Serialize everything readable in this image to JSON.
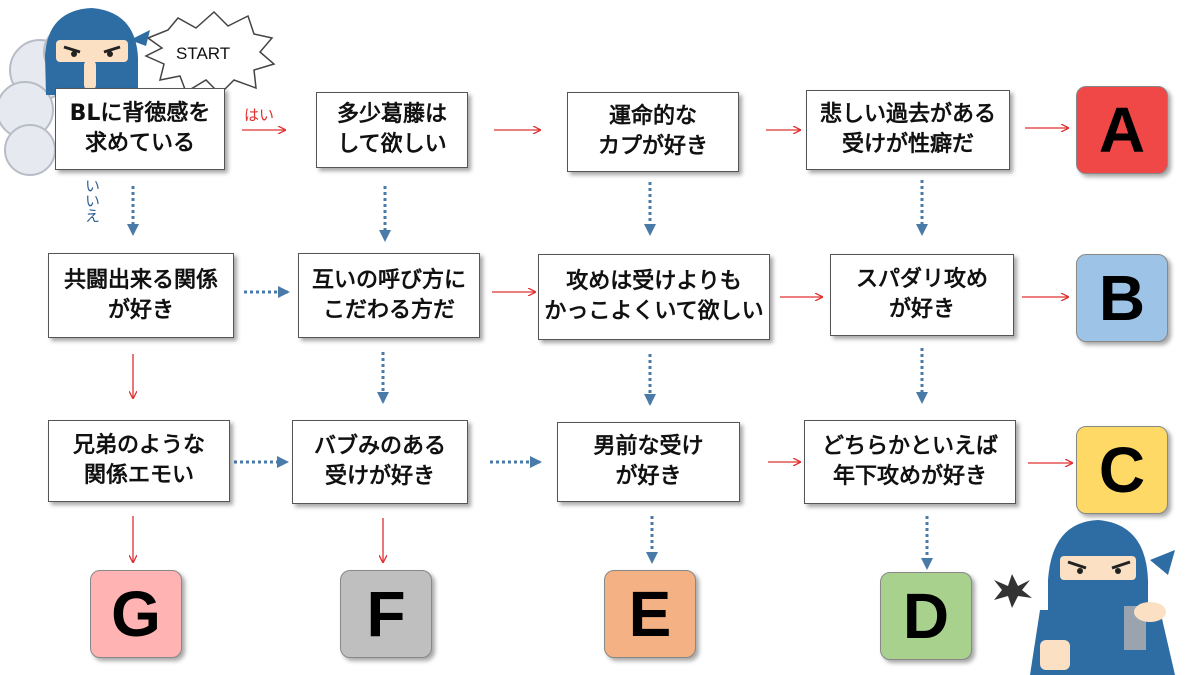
{
  "start_label": "START",
  "yes_label": "はい",
  "no_label": "いいえ",
  "questions": {
    "q1": "BLに背徳感を\n求めている",
    "q2": "多少葛藤は\nして欲しい",
    "q3": "運命的な\nカプが好き",
    "q4": "悲しい過去がある\n受けが性癖だ",
    "q5": "共闘出来る関係\nが好き",
    "q6": "互いの呼び方に\nこだわる方だ",
    "q7": "攻めは受けよりも\nかっこよくいて欲しい",
    "q8": "スパダリ攻め\nが好き",
    "q9": "兄弟のような\n関係エモい",
    "q10": "バブみのある\n受けが好き",
    "q11": "男前な受け\nが好き",
    "q12": "どちらかといえば\n年下攻めが好き"
  },
  "results": {
    "a": {
      "label": "A",
      "color": "#f04747"
    },
    "b": {
      "label": "B",
      "color": "#9dc3e6"
    },
    "c": {
      "label": "C",
      "color": "#ffd966"
    },
    "d": {
      "label": "D",
      "color": "#a9d18e"
    },
    "e": {
      "label": "E",
      "color": "#f4b183"
    },
    "f": {
      "label": "F",
      "color": "#bfbfbf"
    },
    "g": {
      "label": "G",
      "color": "#ffb3b3"
    }
  },
  "colors": {
    "yes_arrow": "#e03030",
    "no_arrow": "#4a7aa8",
    "ninja": "#2e6da4"
  }
}
